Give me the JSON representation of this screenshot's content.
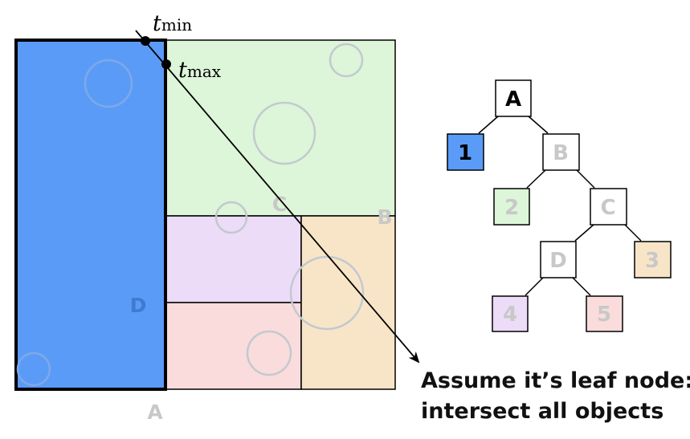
{
  "regions": {
    "a_label": "A",
    "b_label": "B",
    "c_label": "C",
    "d_label": "D"
  },
  "ray": {
    "t_min_var": "t",
    "t_min_sub": "min",
    "t_max_var": "t",
    "t_max_sub": "max"
  },
  "tree": {
    "nodes": {
      "A": "A",
      "one": "1",
      "B": "B",
      "two": "2",
      "C": "C",
      "D": "D",
      "three": "3",
      "four": "4",
      "five": "5"
    }
  },
  "caption": {
    "line1": "Assume it’s leaf node:",
    "line2": "intersect all objects"
  },
  "colors": {
    "blue": "#5b9bf8",
    "green": "#ddf5d8",
    "purple": "#ecdcf8",
    "pink": "#fadcdc",
    "orange": "#f8e5c8",
    "circle": "#c2c9cf",
    "faded_label": "#c8c8c8"
  }
}
